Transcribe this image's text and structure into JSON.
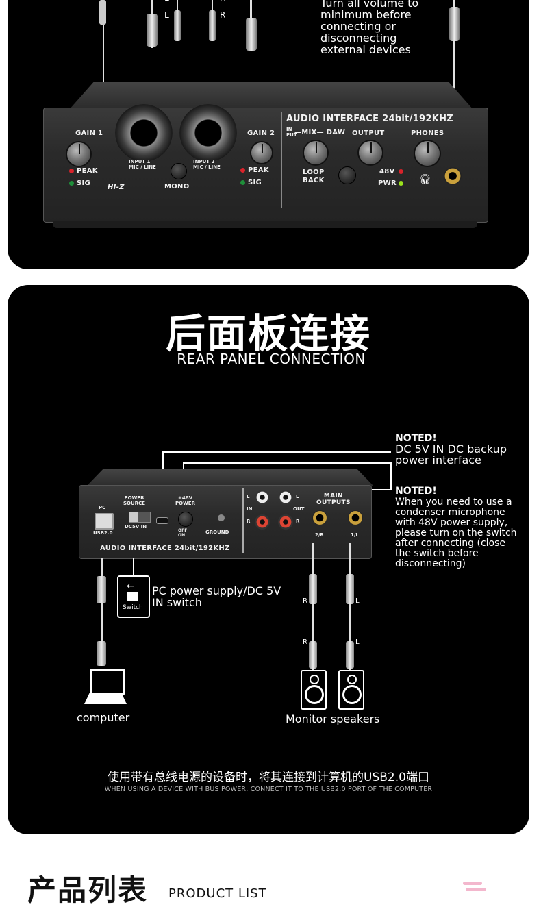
{
  "top": {
    "channel_letters": [
      "L",
      "L",
      "R",
      "R"
    ],
    "note_lines": [
      "Turn all volume to",
      "minimum before",
      "connecting or",
      "disconnecting",
      "external devices"
    ],
    "device": {
      "header": "AUDIO INTERFACE 24bit/192KHZ",
      "gain1": "GAIN 1",
      "gain2": "GAIN 2",
      "input1": "INPUT 1\nMIC / LINE",
      "input2": "INPUT 2\nMIC / LINE",
      "peak": "PEAK",
      "sig": "SIG",
      "hiz": "HI-Z",
      "mono": "MONO",
      "in_put": "IN\nPUT",
      "mix": "—MIX— DAW",
      "output": "OUTPUT",
      "phones": "PHONES",
      "loop_back": "LOOP\nBACK",
      "v48": "48V",
      "pwr": "PWR"
    }
  },
  "rear": {
    "title_cn": "后面板连接",
    "title_en": "REAR PANEL CONNECTION",
    "note1_title": "NOTED!",
    "note1_lines": [
      "DC 5V IN DC backup",
      "power interface"
    ],
    "note2_title": "NOTED!",
    "note2_lines": [
      "When you need to use a",
      "condenser microphone",
      "with 48V power supply,",
      "please turn on the switch",
      "after connecting (close",
      "the switch before",
      "disconnecting)"
    ],
    "device": {
      "pc": "PC",
      "usb": "USB2.0",
      "power_source": "POWER\nSOURCE",
      "dc5v": "DC5V IN",
      "power48": "+48V\nPOWER",
      "off_on": "OFF\nON",
      "ground": "GROUND",
      "l": "L",
      "r": "R",
      "in": "IN",
      "out": "OUT",
      "main_outputs": "MAIN\nOUTPUTS",
      "out2r": "2/R",
      "out1l": "1/L",
      "footer": "AUDIO INTERFACE 24bit/192KHZ"
    },
    "switch_label": "Switch",
    "switch_note_lines": [
      "PC power supply/DC 5V",
      "IN switch"
    ],
    "cable_letters": [
      "R",
      "L",
      "R",
      "L"
    ],
    "computer_label": "computer",
    "speakers_label": "Monitor speakers",
    "usage_cn": "使用带有总线电源的设备时，将其连接到计算机的USB2.0端口",
    "usage_en": "WHEN USING A DEVICE WITH BUS POWER, CONNECT IT TO THE USB2.0 PORT OF THE COMPUTER"
  },
  "product_list": {
    "title_cn": "产品列表",
    "title_en": "PRODUCT LIST"
  },
  "colors": {
    "panel_bg": "#000000",
    "page_bg": "#ffffff",
    "peak_led": "#d9232b",
    "sig_led": "#1f8f3a",
    "pwr_led": "#9be21c",
    "gold_jack": "#c9a03c",
    "pink_accent": "#f3b7cd"
  }
}
